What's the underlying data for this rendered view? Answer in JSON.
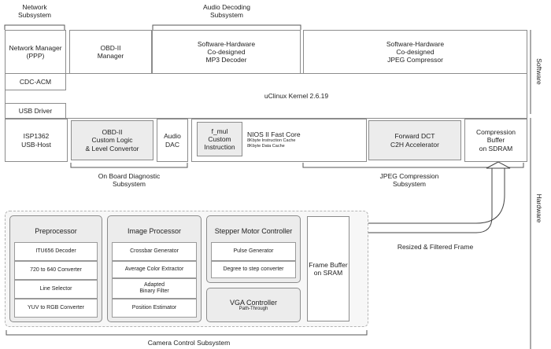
{
  "top_labels": {
    "network_subsystem": "Network\nSubsystem",
    "audio_decoding_subsystem": "Audio Decoding\nSubsystem"
  },
  "software": {
    "network_manager": "Network Manager\n(PPP)",
    "obd_manager": "OBD-II\nManager",
    "mp3_decoder": "Software-Hardware\nCo-designed\nMP3 Decoder",
    "jpeg_compressor": "Software-Hardware\nCo-designed\nJPEG Compressor",
    "cdc_acm": "CDC-ACM",
    "usb_driver": "USB Driver",
    "kernel": "uClinux Kernel 2.6.19"
  },
  "hardware": {
    "isp1362": "ISP1362\nUSB-Host",
    "obd_logic": "OBD-II\nCustom Logic\n& Level Convertor",
    "audio_dac": "Audio\nDAC",
    "f_mul": "f_mul\nCustom\nInstruction",
    "nios_core": "NIOS II Fast Core",
    "nios_cache": "8Kbyte Instruction Cache\n8Kbyte Data Cache",
    "forward_dct": "Forward DCT\nC2H Accelerator",
    "compression_buffer": "Compression\nBuffer\non SDRAM"
  },
  "bottom_labels": {
    "obd_subsystem": "On Board Diagnostic\nSubsystem",
    "jpeg_subsystem": "JPEG Compression\nSubsystem",
    "resized_frame": "Resized & Filtered Frame",
    "camera_subsystem": "Camera Control Subsystem"
  },
  "side_labels": {
    "software": "Software",
    "hardware": "Hardware"
  },
  "camera": {
    "preprocessor": {
      "title": "Preprocessor",
      "items": [
        "ITU656 Decoder",
        "720 to 640 Converter",
        "Line Selector",
        "YUV to RGB Converter"
      ]
    },
    "image_processor": {
      "title": "Image Processor",
      "items": [
        "Crossbar Generator",
        "Average Color Extractor",
        "Adapted\nBinary Filter",
        "Position Estimator"
      ]
    },
    "stepper": {
      "title": "Stepper Motor Controller",
      "items": [
        "Pulse Generator",
        "Degree to step converter"
      ]
    },
    "vga": {
      "title": "VGA Controller",
      "subtitle": "Path-Through"
    },
    "frame_buffer": "Frame Buffer\non SRAM"
  }
}
